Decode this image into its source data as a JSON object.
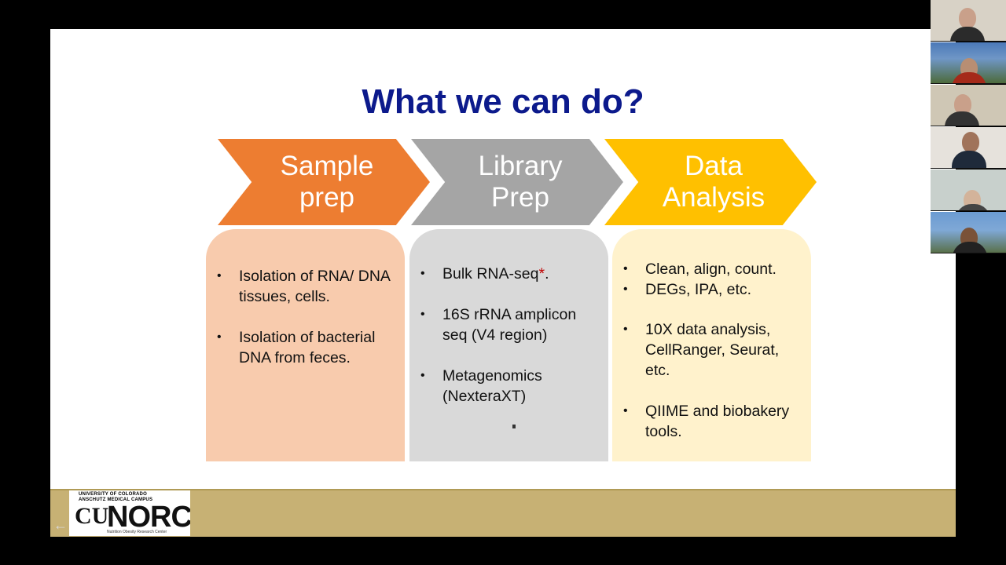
{
  "slide": {
    "title": "What we can do?",
    "steps": [
      {
        "label_line1": "Sample",
        "label_line2": "prep",
        "color": "#ed7d31"
      },
      {
        "label_line1": "Library",
        "label_line2": "Prep",
        "color": "#a5a5a5"
      },
      {
        "label_line1": "Data",
        "label_line2": "Analysis",
        "color": "#ffc000"
      }
    ],
    "panels": {
      "sample": {
        "items": [
          "Isolation of RNA/ DNA tissues, cells.",
          "Isolation of bacterial DNA from feces."
        ]
      },
      "library": {
        "item1_text": "Bulk RNA-seq",
        "item1_star": "*",
        "item1_end": ".",
        "items": [
          "16S rRNA amplicon seq (V4 region)",
          "Metagenomics (NexteraXT)"
        ]
      },
      "data": {
        "items": [
          "Clean, align, count.",
          "DEGs, IPA, etc.",
          "10X data analysis, CellRanger, Seurat, etc.",
          "QIIME and biobakery tools."
        ]
      }
    },
    "bullet_char": "•"
  },
  "footer": {
    "logo_univ_line1": "UNIVERSITY OF COLORADO",
    "logo_univ_line2": "ANSCHUTZ MEDICAL CAMPUS",
    "logo_mark": "CU",
    "logo_name": "NORC",
    "logo_sub": "Nutrition Obesity Research Center",
    "nav_prev_icon": "←"
  },
  "colors": {
    "title": "#0c1a8c",
    "footer_bar": "#c7b174",
    "panel_sample": "#f8cbad",
    "panel_library": "#d9d9d9",
    "panel_data": "#fff2cc"
  }
}
